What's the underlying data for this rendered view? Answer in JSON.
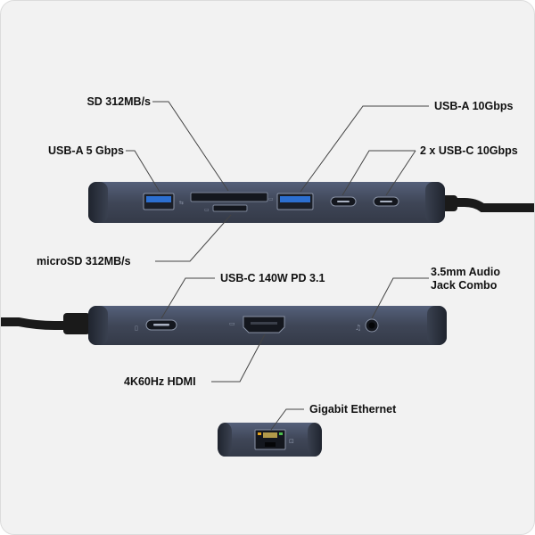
{
  "labels": {
    "sd": "SD 312MB/s",
    "usb_a_5": "USB-A 5 Gbps",
    "micro_sd": "microSD 312MB/s",
    "usb_a_10": "USB-A 10Gbps",
    "usb_c_10": "2 x USB-C 10Gbps",
    "usb_c_pd": "USB-C 140W PD 3.1",
    "audio_line1": "3.5mm Audio",
    "audio_line2": "Jack Combo",
    "hdmi": "4K60Hz HDMI",
    "ethernet": "Gigabit Ethernet"
  },
  "colors": {
    "background": "#f2f2f2",
    "hub_body": "#3f4657",
    "hub_edge": "#2a303c",
    "usb_blue": "#2c6fd0",
    "cable": "#1a1a1a",
    "leader_line": "#444444",
    "ethernet_led_green": "#4cc04c",
    "ethernet_led_amber": "#e6a21a"
  },
  "icons": [
    "usb-a-port-icon",
    "sd-slot-icon",
    "microsd-slot-icon",
    "usb-c-port-icon",
    "hdmi-port-icon",
    "audio-jack-icon",
    "ethernet-port-icon",
    "cable-icon"
  ]
}
